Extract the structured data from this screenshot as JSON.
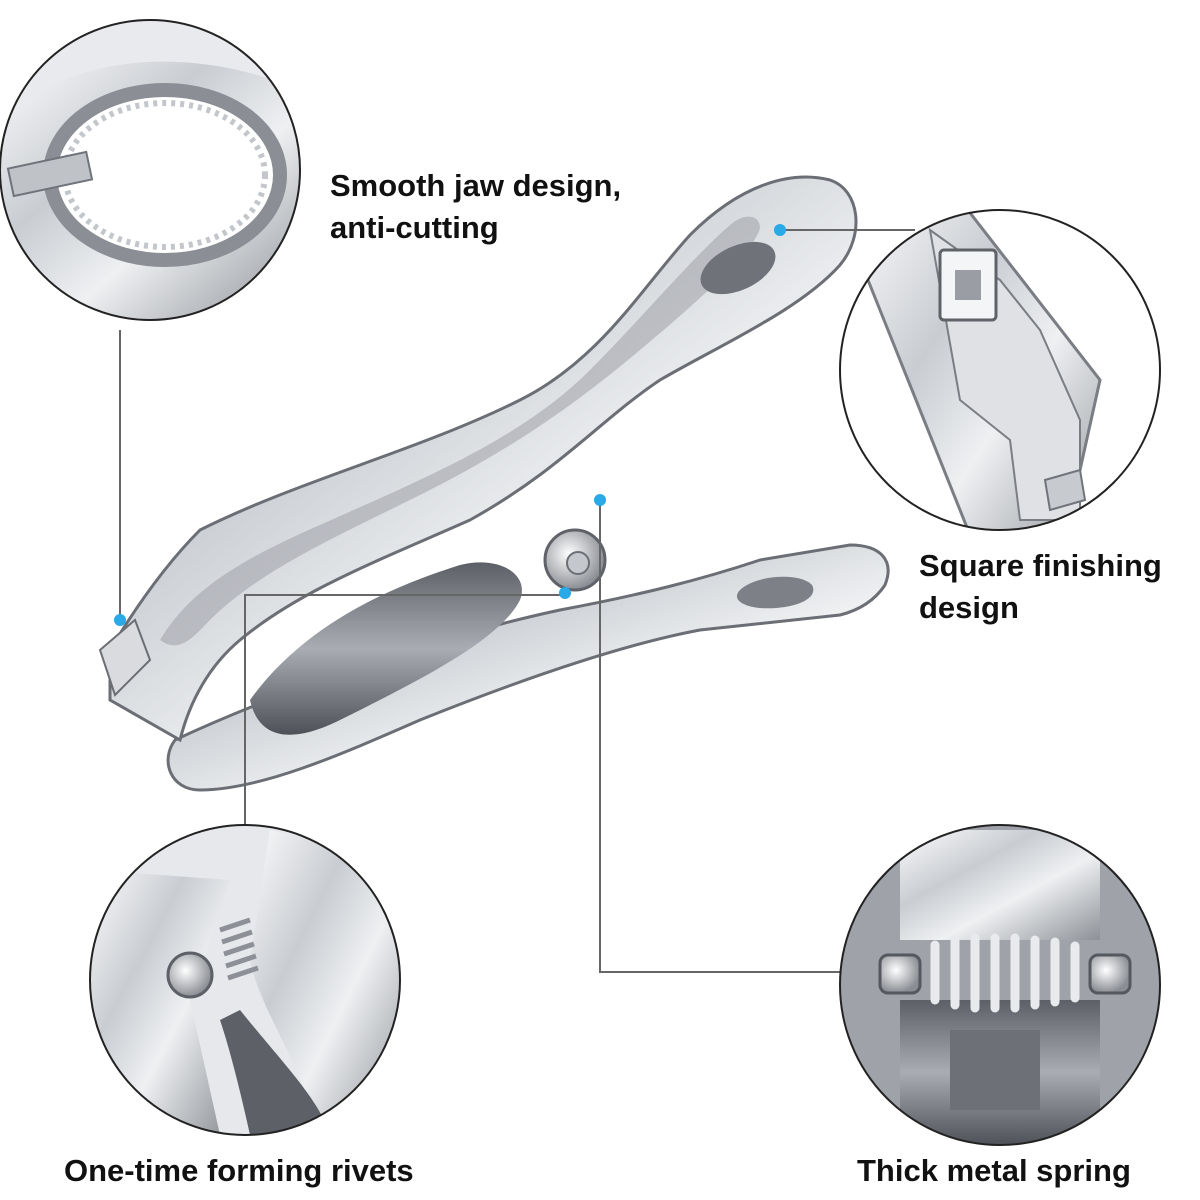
{
  "colors": {
    "callout_dot": "#29a9e6",
    "leader_line": "#666666",
    "circle_outline": "#222222",
    "steel_light": "#f3f4f6",
    "steel_mid": "#b9bcc1",
    "steel_dark": "#6b6e74"
  },
  "callouts": [
    {
      "id": "jaw",
      "lines": [
        "Smooth jaw design,",
        "anti-cutting"
      ]
    },
    {
      "id": "square",
      "lines": [
        "Square finishing",
        "design"
      ]
    },
    {
      "id": "rivet",
      "lines": [
        "One-time forming rivets"
      ]
    },
    {
      "id": "spring",
      "lines": [
        "Thick metal spring"
      ]
    }
  ]
}
